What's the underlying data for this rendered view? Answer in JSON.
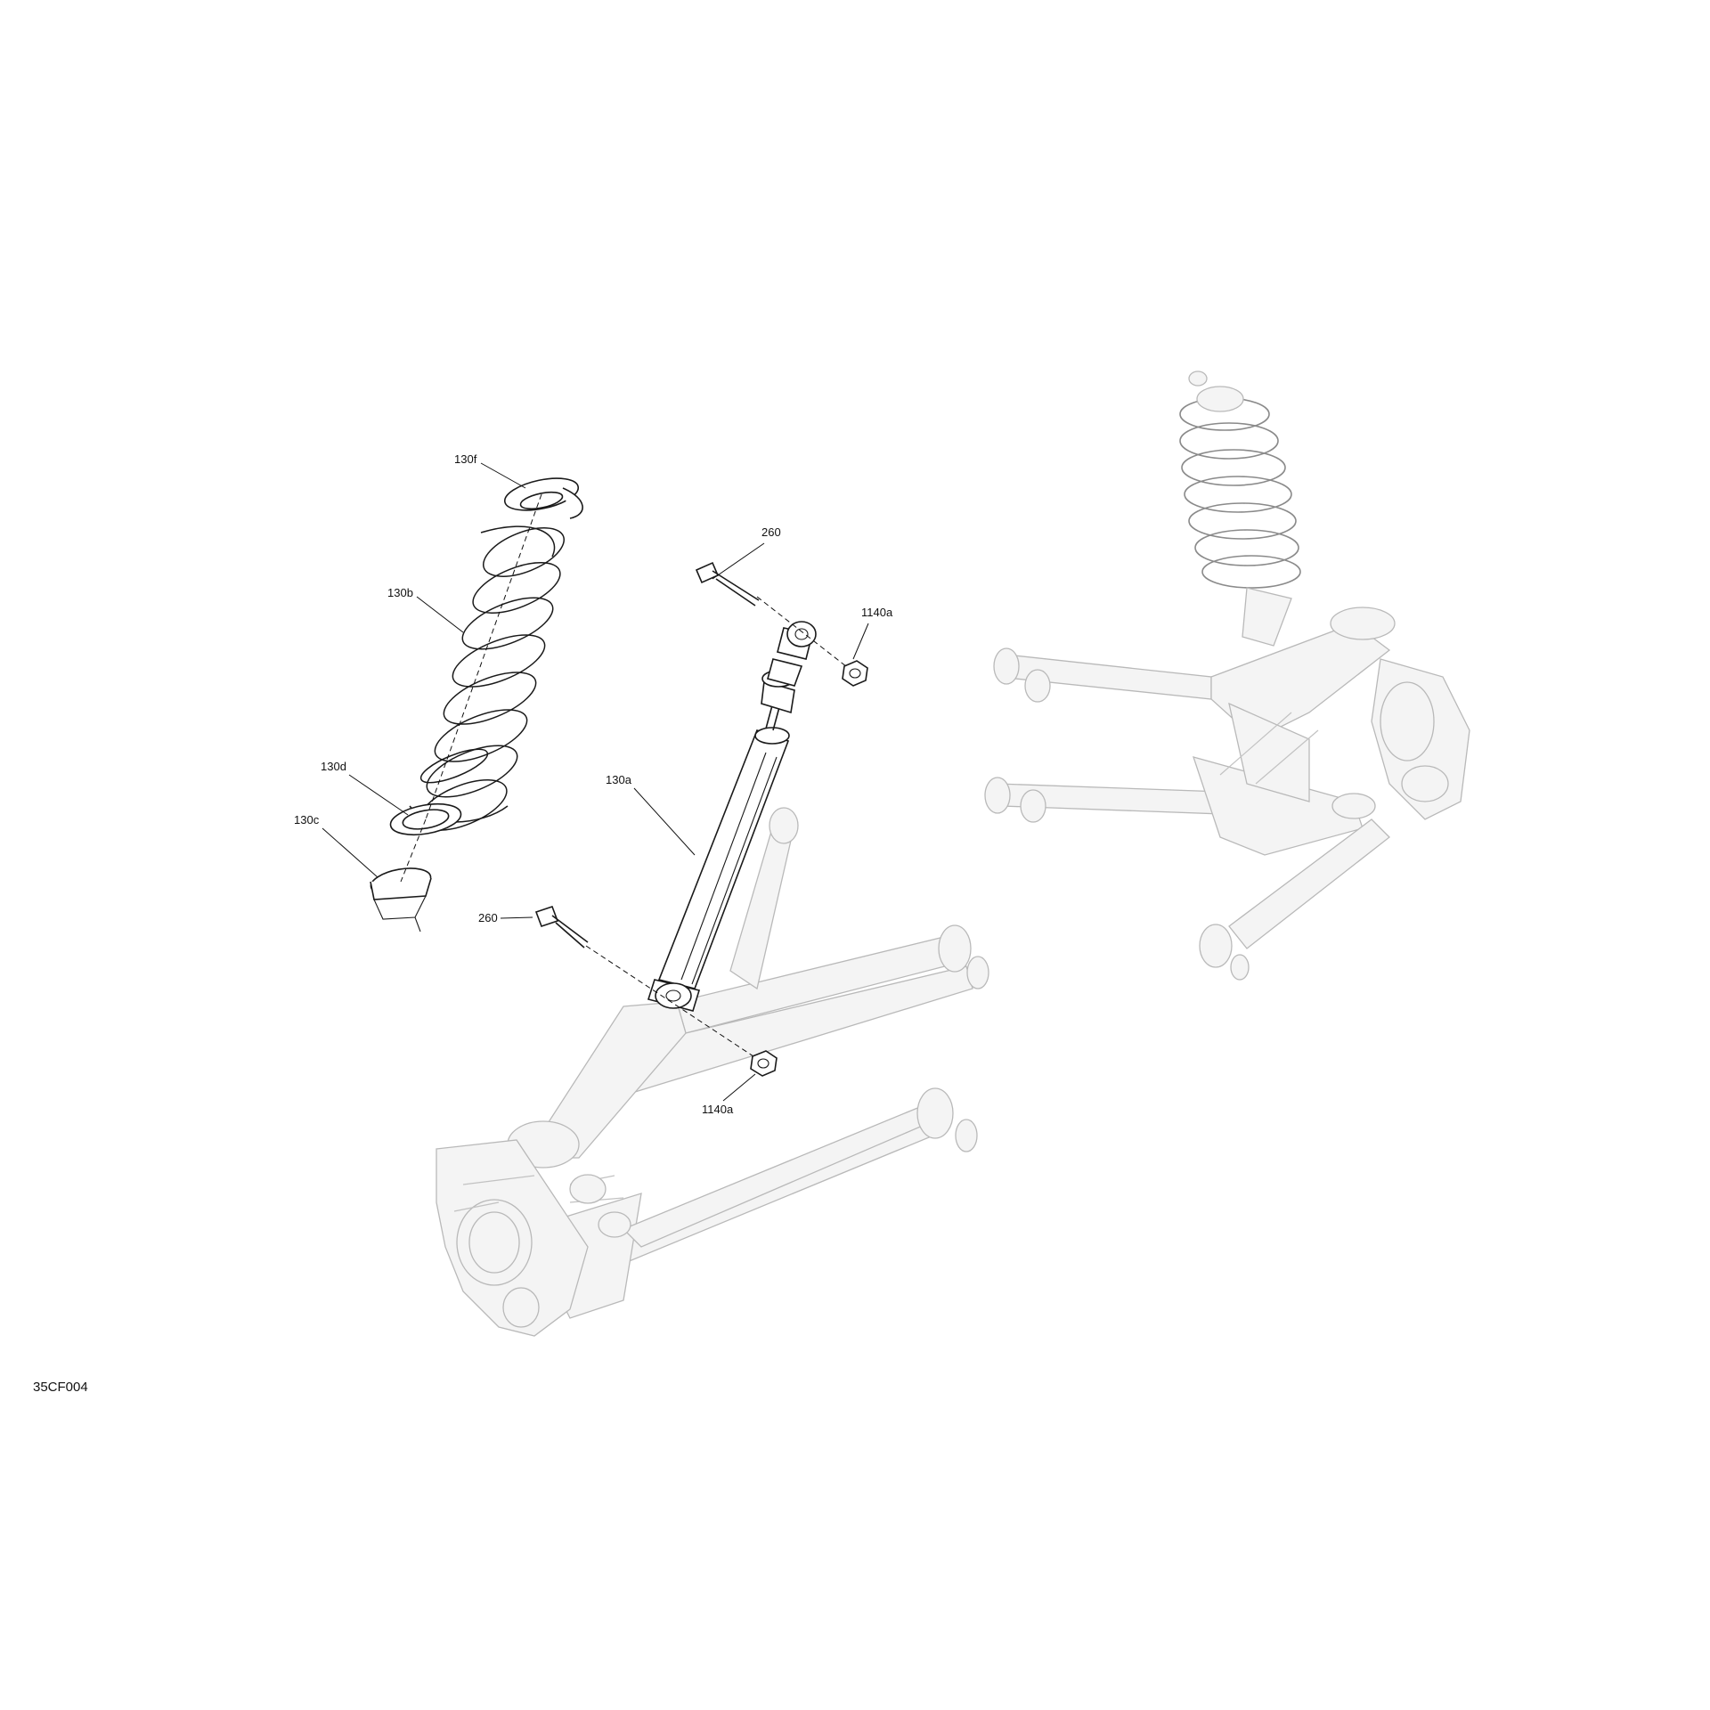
{
  "figure_id": "35CF004",
  "callouts": {
    "c130f": "130f",
    "c130b": "130b",
    "c130d": "130d",
    "c130c": "130c",
    "c130a": "130a",
    "c260_top": "260",
    "c260_bottom": "260",
    "c1140a_top": "1140a",
    "c1140a_bottom": "1140a"
  }
}
